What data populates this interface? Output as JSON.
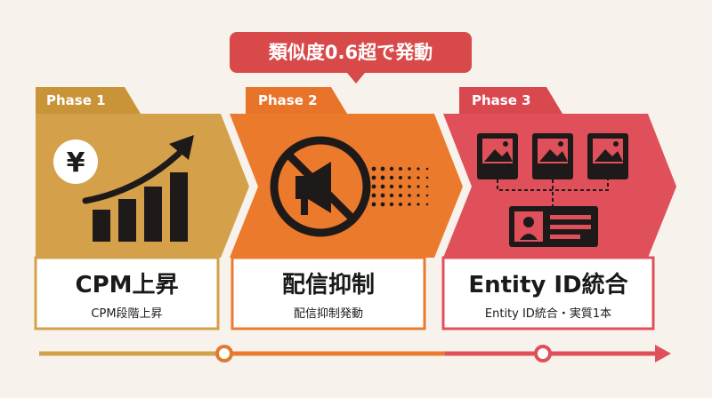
{
  "callout": {
    "text": "類似度0.6超で発動"
  },
  "phases": [
    {
      "tab": "Phase 1",
      "title": "CPM上昇",
      "subtitle": "CPM段階上昇",
      "color": "#d4a04a",
      "tab_color": "#c99437",
      "icon": "yen-growth-chart-icon"
    },
    {
      "tab": "Phase 2",
      "title": "配信抑制",
      "subtitle": "配信抑制発動",
      "color": "#ec7a2c",
      "tab_color": "#e8742a",
      "icon": "muted-megaphone-icon"
    },
    {
      "tab": "Phase 3",
      "title": "Entity ID統合",
      "subtitle": "Entity ID統合・実質1本",
      "color": "#e0505a",
      "tab_color": "#d9474f",
      "icon": "merged-images-id-card-icon"
    }
  ],
  "colors": {
    "background": "#f7f3ec",
    "callout": "#d84a4a",
    "dark": "#1f1a1a"
  }
}
